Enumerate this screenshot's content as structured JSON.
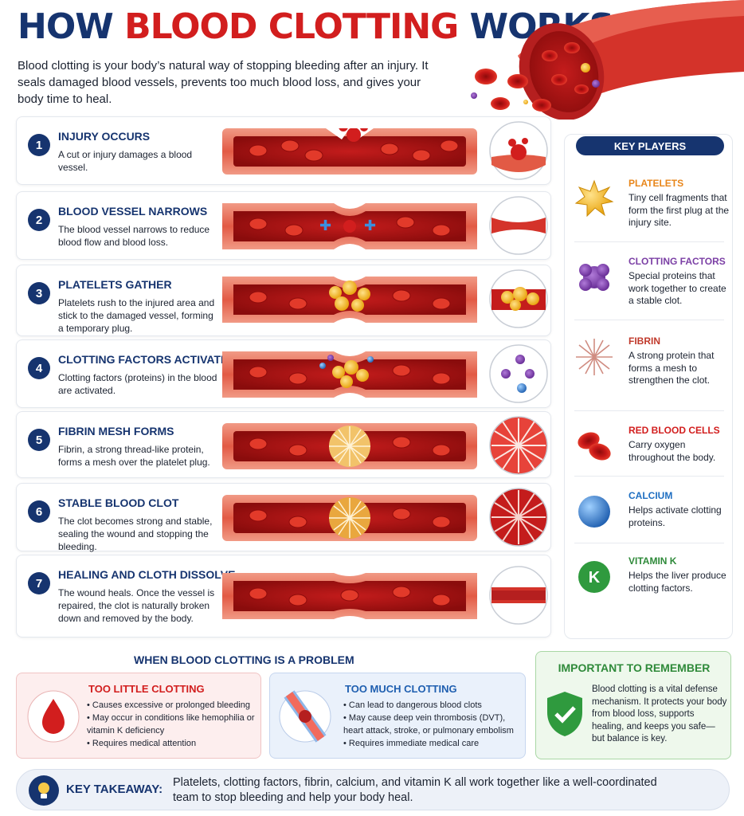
{
  "header": {
    "title_part1": "HOW ",
    "title_part2": "BLOOD CLOTTING",
    "title_part3": " WORKS",
    "intro": "Blood clotting is your body’s natural way of stopping bleeding after an injury. It seals damaged blood vessels, prevents too much blood loss, and gives your body time to heal."
  },
  "steps": [
    {
      "num": "1",
      "title": "INJURY OCCURS",
      "desc": "A cut or injury damages a blood vessel."
    },
    {
      "num": "2",
      "title": "BLOOD VESSEL NARROWS",
      "desc": "The blood vessel narrows to reduce blood flow and blood loss."
    },
    {
      "num": "3",
      "title": "PLATELETS GATHER",
      "desc": "Platelets rush to the injured area and stick to the damaged vessel, forming a temporary plug."
    },
    {
      "num": "4",
      "title": "CLOTTING FACTORS ACTIVATE",
      "desc": "Clotting factors (proteins) in the blood are activated."
    },
    {
      "num": "5",
      "title": "FIBRIN MESH FORMS",
      "desc": "Fibrin, a strong thread-like protein, forms a mesh over the platelet plug."
    },
    {
      "num": "6",
      "title": "STABLE BLOOD CLOT",
      "desc": "The clot becomes strong and stable, sealing the wound and stopping the bleeding."
    },
    {
      "num": "7",
      "title": "HEALING AND CLOTH DISSOLVE",
      "desc": "The wound heals. Once the vessel is repaired, the clot is naturally broken down and removed by the body."
    }
  ],
  "key_players": {
    "heading": "KEY PLAYERS",
    "items": [
      {
        "name": "PLATELETS",
        "desc": "Tiny cell fragments that form the first plug at the injury site.",
        "color": "#e8861a",
        "icon": "platelet-icon"
      },
      {
        "name": "CLOTTING FACTORS",
        "desc": "Special proteins that work together to create a stable clot.",
        "color": "#7b3fa5",
        "icon": "clotting-factor-icon"
      },
      {
        "name": "FIBRIN",
        "desc": "A strong protein that forms a mesh to strengthen the clot.",
        "color": "#c0392b",
        "icon": "fibrin-icon"
      },
      {
        "name": "RED BLOOD CELLS",
        "desc": "Carry oxygen throughout the body.",
        "color": "#d21e1e",
        "icon": "red-blood-cell-icon"
      },
      {
        "name": "CALCIUM",
        "desc": "Helps activate clotting proteins.",
        "color": "#1f6fc2",
        "icon": "calcium-icon"
      },
      {
        "name": "VITAMIN K",
        "desc": "Helps the liver produce clotting factors.",
        "color": "#2f8a3a",
        "icon": "vitamin-k-icon",
        "badge": "K"
      }
    ]
  },
  "problems": {
    "heading": "WHEN BLOOD CLOTTING IS A PROBLEM",
    "too_little": {
      "title": "TOO LITTLE CLOTTING",
      "color": "#d21e1e",
      "items": [
        "Causes excessive or prolonged bleeding",
        "May occur in conditions like hemophilia or vitamin K deficiency",
        "Requires medical attention"
      ]
    },
    "too_much": {
      "title": "TOO MUCH CLOTTING",
      "color": "#1f5fb0",
      "items": [
        "Can lead to dangerous blood clots",
        "May cause deep vein thrombosis (DVT), heart attack, stroke, or pulmonary embolism",
        "Requires immediate medical care"
      ]
    }
  },
  "important": {
    "heading": "IMPORTANT TO REMEMBER",
    "text": "Blood clotting is a vital defense mechanism. It protects your body from blood loss, supports healing, and keeps you safe—but balance is key."
  },
  "takeaway": {
    "label": "KEY TAKEAWAY:",
    "text": "Platelets, clotting factors, fibrin, calcium, and vitamin K all work together like a well-coordinated team to stop bleeding and help your body heal."
  }
}
